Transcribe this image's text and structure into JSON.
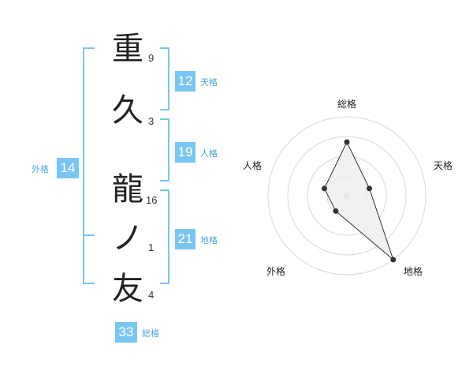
{
  "name": {
    "chars": [
      {
        "char": "重",
        "strokes": "9"
      },
      {
        "char": "久",
        "strokes": "3"
      },
      {
        "char": "龍",
        "strokes": "16"
      },
      {
        "char": "ノ",
        "strokes": "1"
      },
      {
        "char": "友",
        "strokes": "4"
      }
    ]
  },
  "fortunes": {
    "tenkaku": {
      "value": "12",
      "label": "天格"
    },
    "jinkaku": {
      "value": "19",
      "label": "人格"
    },
    "chikaku": {
      "value": "21",
      "label": "地格"
    },
    "gaikaku": {
      "value": "14",
      "label": "外格"
    },
    "soukaku": {
      "value": "33",
      "label": "総格"
    }
  },
  "chart_data": {
    "type": "radar",
    "axes": [
      "総格",
      "天格",
      "地格",
      "外格",
      "人格"
    ],
    "values": [
      0.68,
      0.3,
      1.0,
      0.24,
      0.3
    ],
    "rings": 4,
    "colors": {
      "accent": "#79c6f2",
      "polygon_fill": "#eeeeee",
      "stroke": "#333333"
    }
  }
}
